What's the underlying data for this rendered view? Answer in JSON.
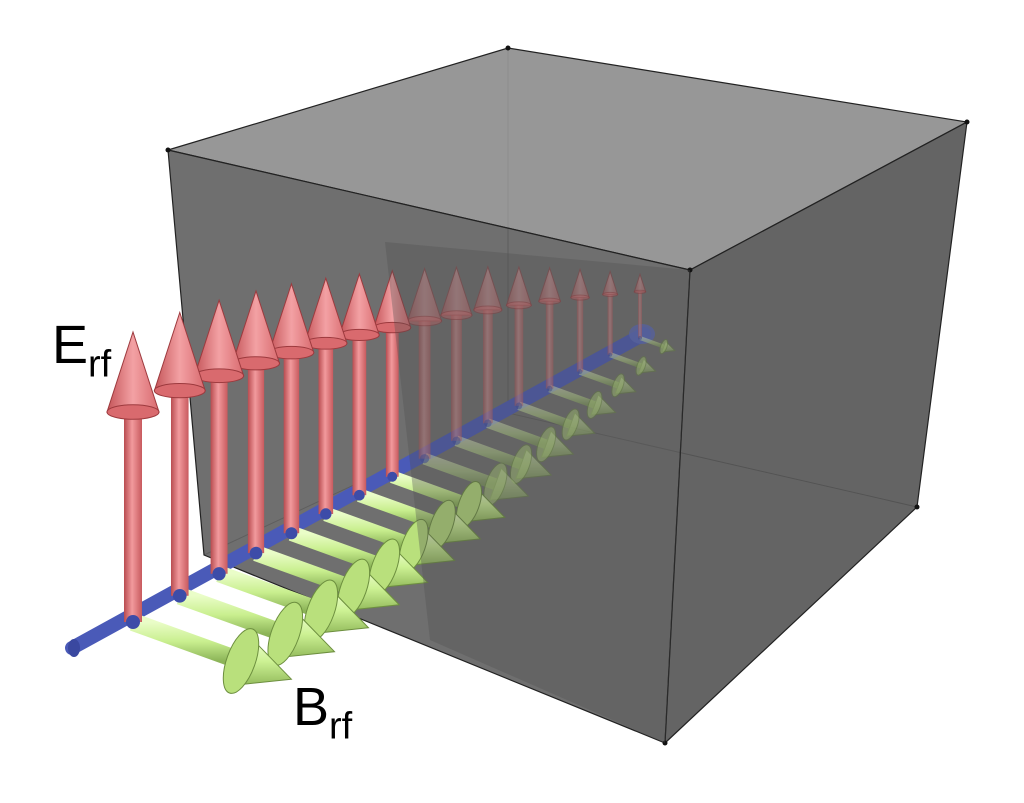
{
  "labels": {
    "e_main": "E",
    "e_sub": "rf",
    "b_main": "B",
    "b_sub": "rf"
  },
  "colors": {
    "e_field": "#e87478",
    "e_field_light": "#f4a7a9",
    "e_field_dark": "#b84c50",
    "b_field": "#c9ef8f",
    "b_field_light": "#eafdc8",
    "b_field_dark": "#8cb458",
    "axis": "#4a5ab8",
    "box_front": "#6f6f6f",
    "box_side": "#5e5e5e",
    "box_top": "#9a9a9a"
  },
  "wave": {
    "arrow_pairs": 16
  }
}
